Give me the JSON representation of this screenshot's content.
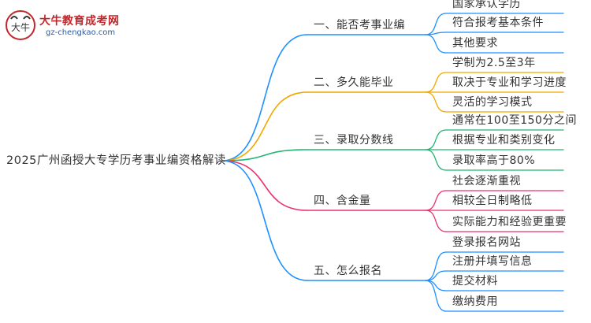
{
  "logo": {
    "title": "大牛教育成考网",
    "url": "gz-chengkao.com",
    "mark": "大牛"
  },
  "root": {
    "label": "2025广州函授大专学历考事业编资格解读"
  },
  "branches": [
    {
      "label": "一、能否考事业编",
      "color": "#1e90ff",
      "children": [
        "国家承认学历",
        "符合报考基本条件",
        "其他要求"
      ]
    },
    {
      "label": "二、多久能毕业",
      "color": "#f0a800",
      "children": [
        "学制为2.5至3年",
        "取决于专业和学习进度",
        "灵活的学习模式"
      ]
    },
    {
      "label": "三、录取分数线",
      "color": "#22b573",
      "children": [
        "通常在100至150分之间",
        "根据专业和类别变化",
        "录取率高于80%"
      ]
    },
    {
      "label": "四、含金量",
      "color": "#e8336d",
      "children": [
        "社会逐渐重视",
        "相较全日制略低",
        "实际能力和经验更重要"
      ]
    },
    {
      "label": "五、怎么报名",
      "color": "#1e90ff",
      "children": [
        "登录报名网站",
        "注册并填写信息",
        "提交材料",
        "缴纳费用"
      ]
    }
  ]
}
